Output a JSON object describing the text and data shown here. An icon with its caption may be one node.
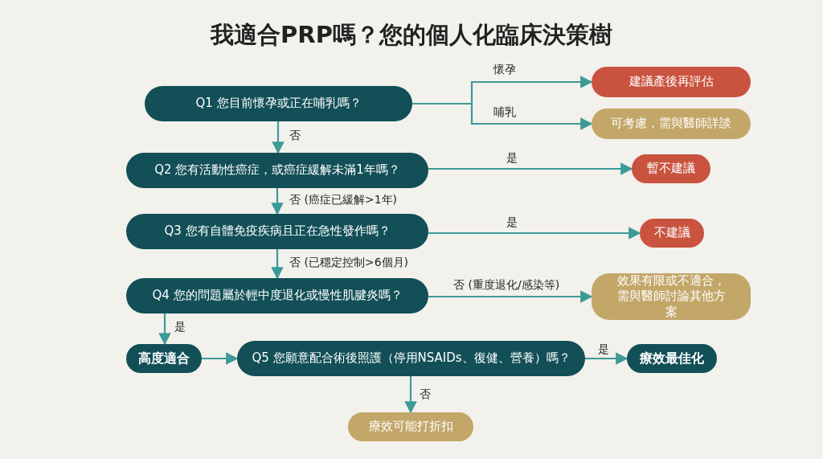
{
  "diagram": {
    "title": "我適合PRP嗎？您的個人化臨床決策樹",
    "nodes": [
      {
        "text": [
          "Q1 您目前懷孕或正在哺乳嗎？"
        ]
      },
      {
        "text": [
          "建議產後再評估"
        ]
      },
      {
        "text": [
          "可考慮，需與醫師詳談"
        ]
      },
      {
        "text": [
          "Q2 您有活動性癌症，或癌症緩解未滿1年嗎？"
        ]
      },
      {
        "text": [
          "暫不建議"
        ]
      },
      {
        "text": [
          "Q3 您有自體免疫疾病且正在急性發作嗎？"
        ]
      },
      {
        "text": [
          "不建議"
        ]
      },
      {
        "text": [
          "Q4 您的問題屬於輕中度退化或慢性肌腱炎嗎？"
        ]
      },
      {
        "text": [
          "效果有限或不適合，需與醫師討論其他方案"
        ]
      },
      {
        "text": [
          "高度適合"
        ]
      },
      {
        "text": [
          "Q5 您願意配合術後照護（停用NSAIDs、復健、營養）嗎？"
        ]
      },
      {
        "text": [
          "療效最佳化"
        ]
      },
      {
        "text": [
          "療效可能打折扣"
        ]
      }
    ],
    "edges": [
      {
        "from": 0,
        "to": 1,
        "arrow": "to",
        "label": "懷孕"
      },
      {
        "from": 0,
        "to": 2,
        "arrow": "to",
        "label": "哺乳"
      },
      {
        "from": 0,
        "to": 3,
        "arrow": "to",
        "label": "否"
      },
      {
        "from": 3,
        "to": 4,
        "arrow": "to",
        "label": "是"
      },
      {
        "from": 3,
        "to": 5,
        "arrow": "to",
        "label": "否 (癌症已緩解>1年)"
      },
      {
        "from": 5,
        "to": 6,
        "arrow": "to",
        "label": "是"
      },
      {
        "from": 5,
        "to": 7,
        "arrow": "to",
        "label": "否 (已穩定控制>6個月)"
      },
      {
        "from": 7,
        "to": 8,
        "arrow": "to",
        "label": "否 (重度退化/感染等)"
      },
      {
        "from": 7,
        "to": 9,
        "arrow": "to",
        "label": "是"
      },
      {
        "from": 9,
        "to": 10,
        "arrow": "to"
      },
      {
        "from": 10,
        "to": 11,
        "arrow": "to",
        "label": "是"
      },
      {
        "from": 10,
        "to": 12,
        "arrow": "to",
        "label": "否"
      }
    ]
  }
}
